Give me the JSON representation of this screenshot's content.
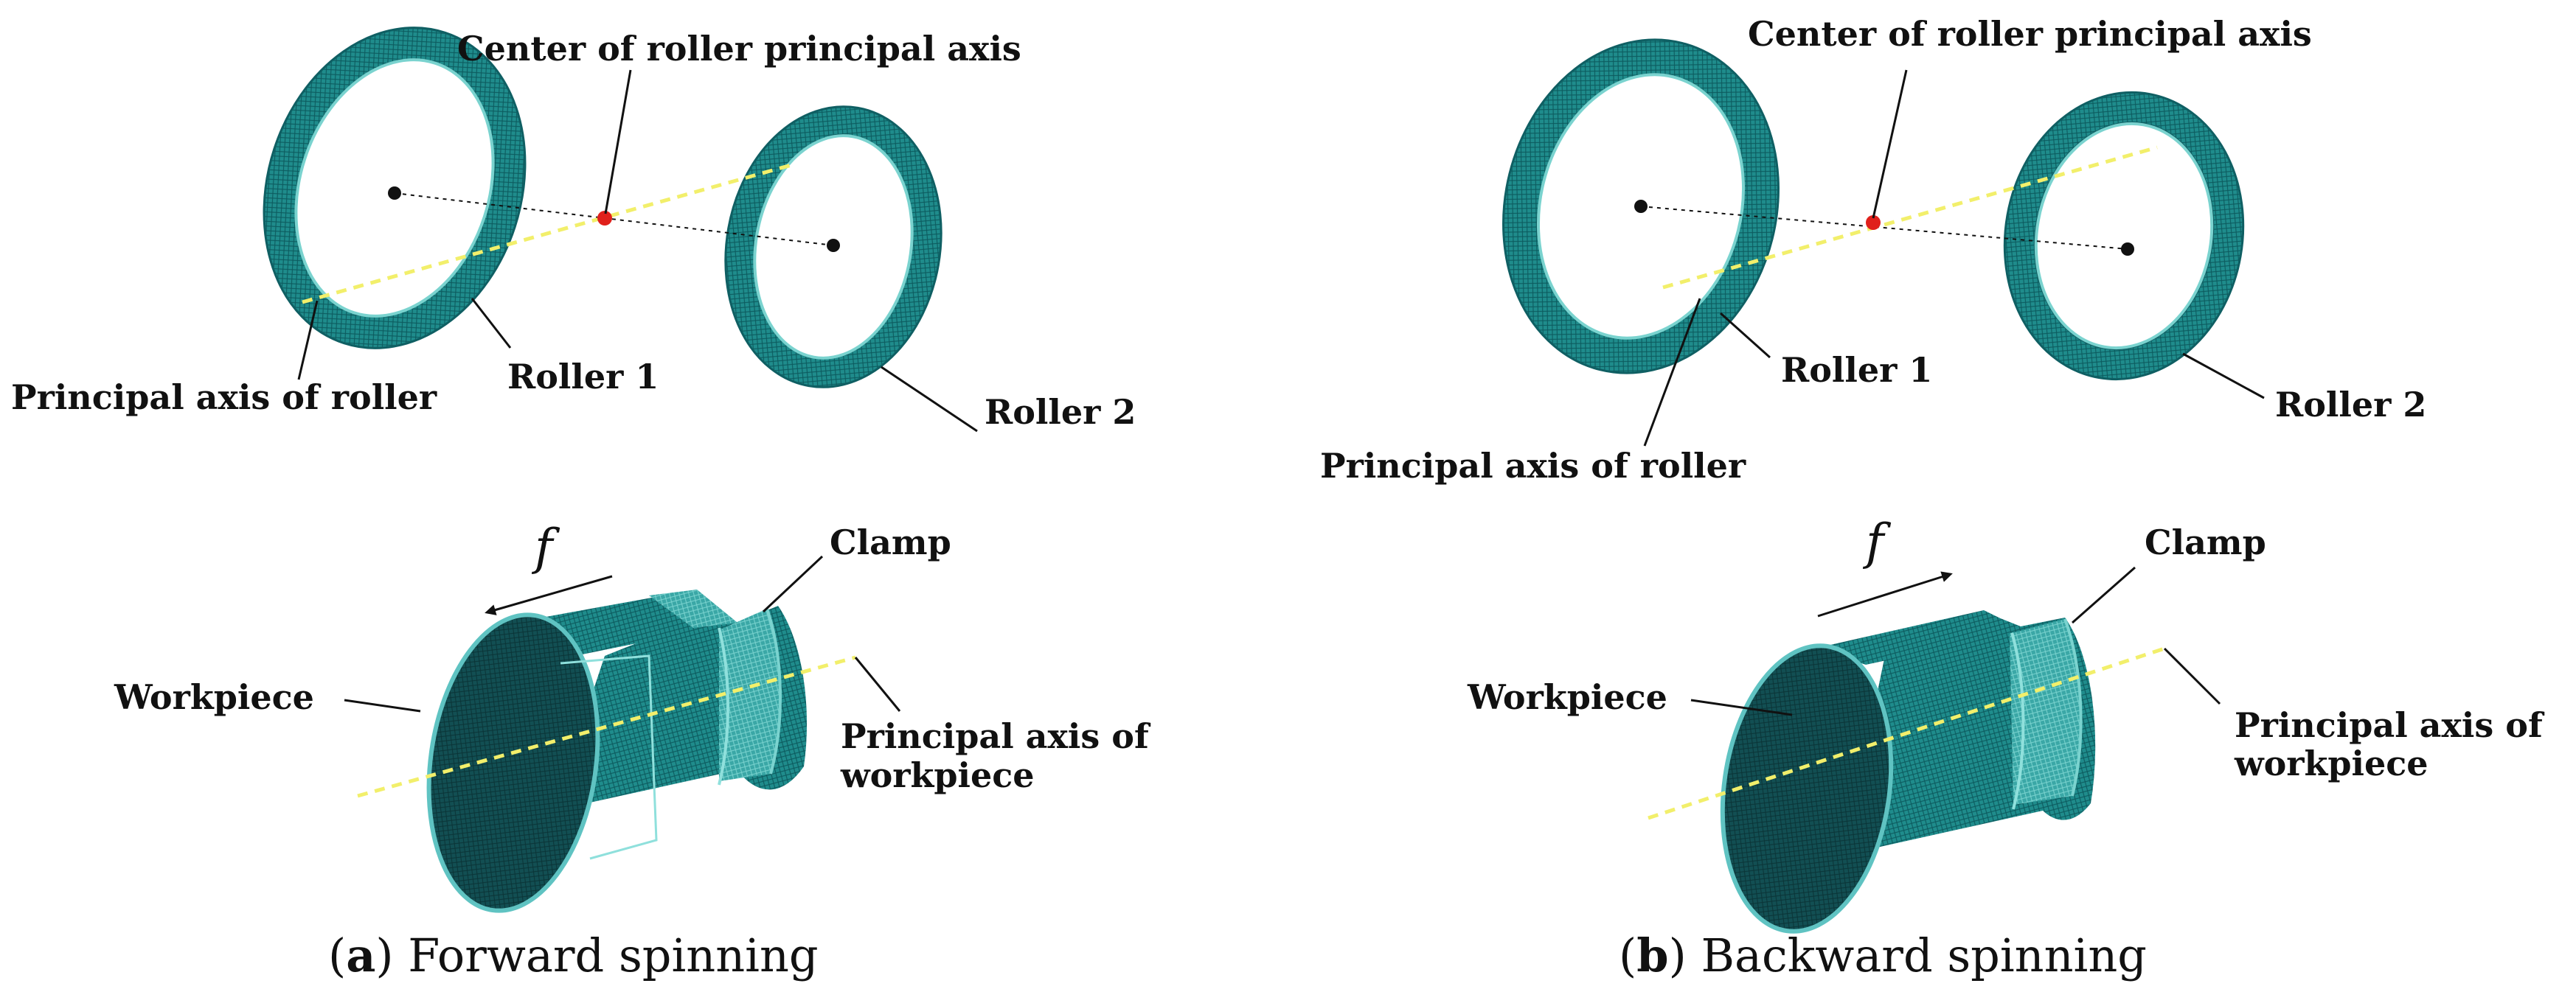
{
  "panel_a": {
    "center_label": "Center of roller principal axis",
    "principal_axis_roller_label": "Principal axis of roller",
    "roller1_label": "Roller 1",
    "roller2_label": "Roller 2",
    "clamp_label": "Clamp",
    "workpiece_label": "Workpiece",
    "workpiece_axis_line1": "Principal axis of",
    "workpiece_axis_line2": "workpiece",
    "feed_symbol": "f",
    "caption_open": "(",
    "caption_letter": "a",
    "caption_rest": ") Forward spinning"
  },
  "panel_b": {
    "center_label": "Center of roller principal axis",
    "principal_axis_roller_label": "Principal axis of roller",
    "roller1_label": "Roller 1",
    "roller2_label": "Roller 2",
    "clamp_label": "Clamp",
    "workpiece_label": "Workpiece",
    "workpiece_axis_line1": "Principal axis of",
    "workpiece_axis_line2": "workpiece",
    "feed_symbol": "f",
    "caption_open": "(",
    "caption_letter": "b",
    "caption_rest": ") Backward spinning"
  },
  "colors": {
    "mesh_teal": "#1f8c8c",
    "mesh_dark": "#0f5f63",
    "mesh_light": "#5fc3c2",
    "axis_yellow": "#f2ef6b",
    "center_red": "#e0201b",
    "text": "#111111"
  }
}
